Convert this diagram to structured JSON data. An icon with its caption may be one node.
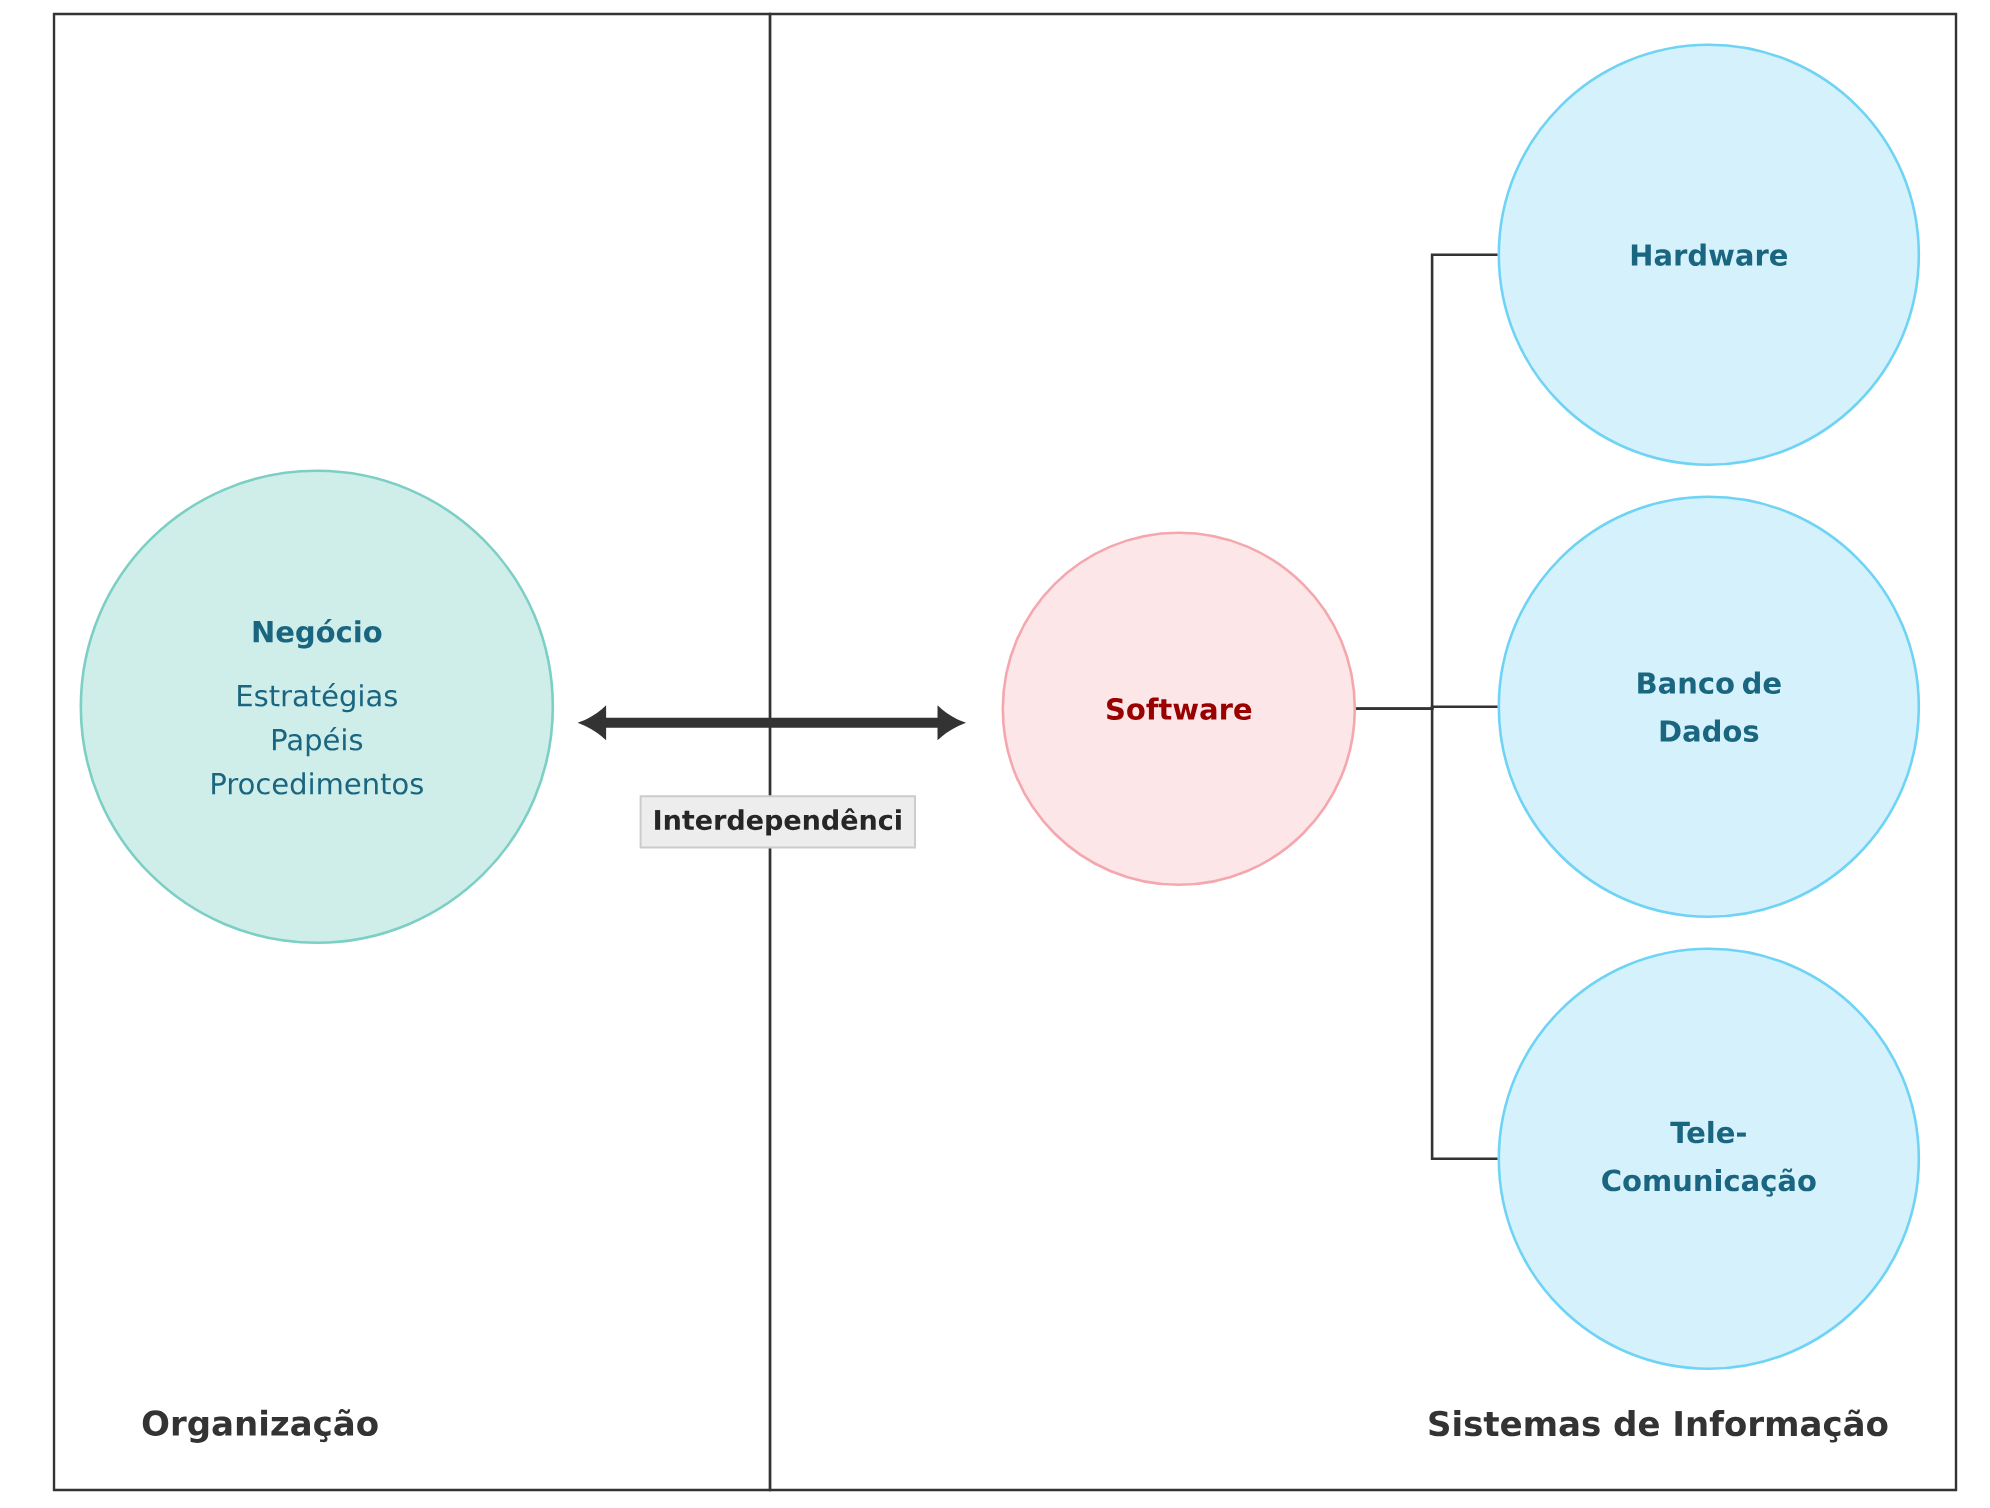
{
  "diagram": {
    "nodes": [
      {
        "text": [
          "Organização"
        ]
      },
      {
        "text": [
          "Sistemas de Informação"
        ]
      },
      {
        "text": [
          "Negócio",
          "Estratégias Papéis Procedimentos"
        ],
        "in": 0
      },
      {
        "text": [
          "Software"
        ],
        "in": 1
      },
      {
        "text": [
          "Hardware"
        ],
        "in": 1
      },
      {
        "text": [
          "Banco de Dados"
        ],
        "in": 1
      },
      {
        "text": [
          "Tele-Comunicação"
        ],
        "in": 1
      }
    ],
    "edges": [
      {
        "from": 2,
        "to": 3,
        "arrow": "both",
        "label": "Interdependênci",
        "style": "thick"
      },
      {
        "from": 3,
        "to": 4,
        "arrow": "none"
      },
      {
        "from": 3,
        "to": 5,
        "arrow": "none"
      },
      {
        "from": 3,
        "to": 6,
        "arrow": "none"
      }
    ]
  }
}
